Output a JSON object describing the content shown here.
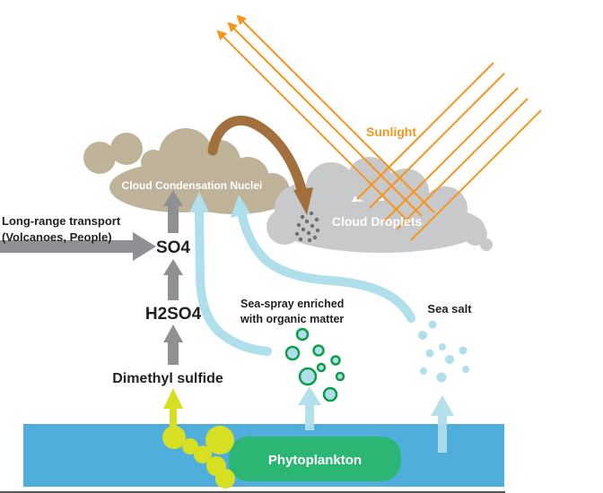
{
  "title": "Marine aerosol and cloud formation diagram",
  "palette": {
    "orange": "#F7941E",
    "tan": "#BEB299",
    "cloudgray": "#C8C9CB",
    "brown": "#A1703C",
    "arrowgray": "#8E9094",
    "lightblue": "#AEDFEA",
    "ocean": "#4FAEDC",
    "green": "#2BB673",
    "yellow": "#D7DF23",
    "ringgreen": "#0F9D49",
    "dotgray": "#6D6E71",
    "ink": "#231F20",
    "baseline": "#55565A"
  },
  "labels": {
    "sunlight": "Sunlight",
    "ccn": "Cloud Condensation Nuclei",
    "cloud_droplets": "Cloud Droplets",
    "transport_line1": "Long-range transport",
    "transport_line2": "(Volcanoes, People)",
    "so4": "SO4",
    "h2so4": "H2SO4",
    "dms": "Dimethyl sulfide",
    "seaspray_line1": "Sea-spray enriched",
    "seaspray_line2": "with organic matter",
    "seasalt": "Sea salt",
    "phytoplankton": "Phytoplankton"
  },
  "flows": [
    {
      "name": "incoming-sunlight",
      "from": "sun",
      "to": "cloud-droplets"
    },
    {
      "name": "reflected-sunlight",
      "from": "cloud-droplets",
      "to": "sky"
    },
    {
      "name": "ccn-to-cloud-droplets",
      "from": "cloud-condensation-nuclei",
      "to": "cloud-droplets"
    },
    {
      "name": "long-range-transport",
      "from": "volcanoes-people",
      "to": "so4"
    },
    {
      "name": "dms-chain",
      "from": "phytoplankton",
      "to": "cloud-condensation-nuclei",
      "steps": [
        "Dimethyl sulfide",
        "H2SO4",
        "SO4"
      ]
    },
    {
      "name": "sea-spray-organic",
      "from": "ocean",
      "to": "cloud-condensation-nuclei"
    },
    {
      "name": "sea-salt",
      "from": "ocean",
      "to": "cloud-condensation-nuclei"
    }
  ]
}
